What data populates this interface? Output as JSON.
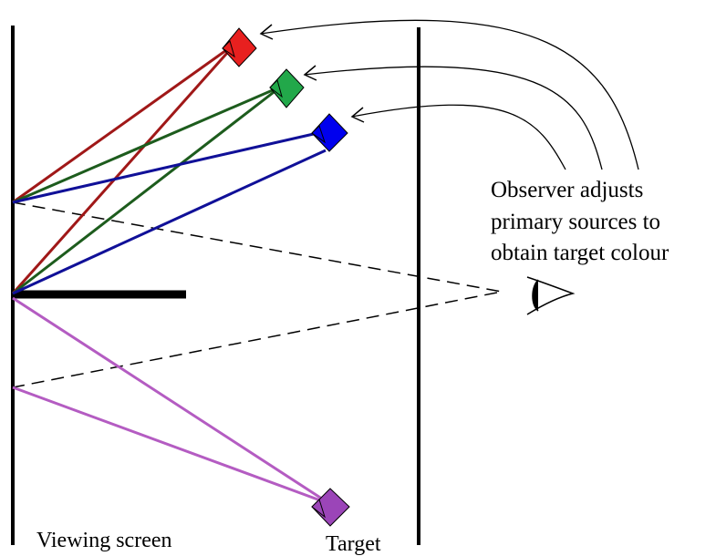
{
  "labels": {
    "observer_line1": "Observer adjusts",
    "observer_line2": "primary sources to",
    "observer_line3": "obtain target colour",
    "viewing_screen": "Viewing screen",
    "target": "Target"
  },
  "colors": {
    "red_source": "#e8201f",
    "red_beam": "#a01818",
    "green_source": "#22a84a",
    "green_beam": "#1d5c1d",
    "blue_source": "#0000ee",
    "blue_beam": "#101098",
    "target_source": "#9b45b8",
    "target_beam": "#b45cc2",
    "lines": "#000000"
  },
  "icons": {
    "observer": "eye-icon",
    "sources": "diamond-lamp-icon"
  }
}
